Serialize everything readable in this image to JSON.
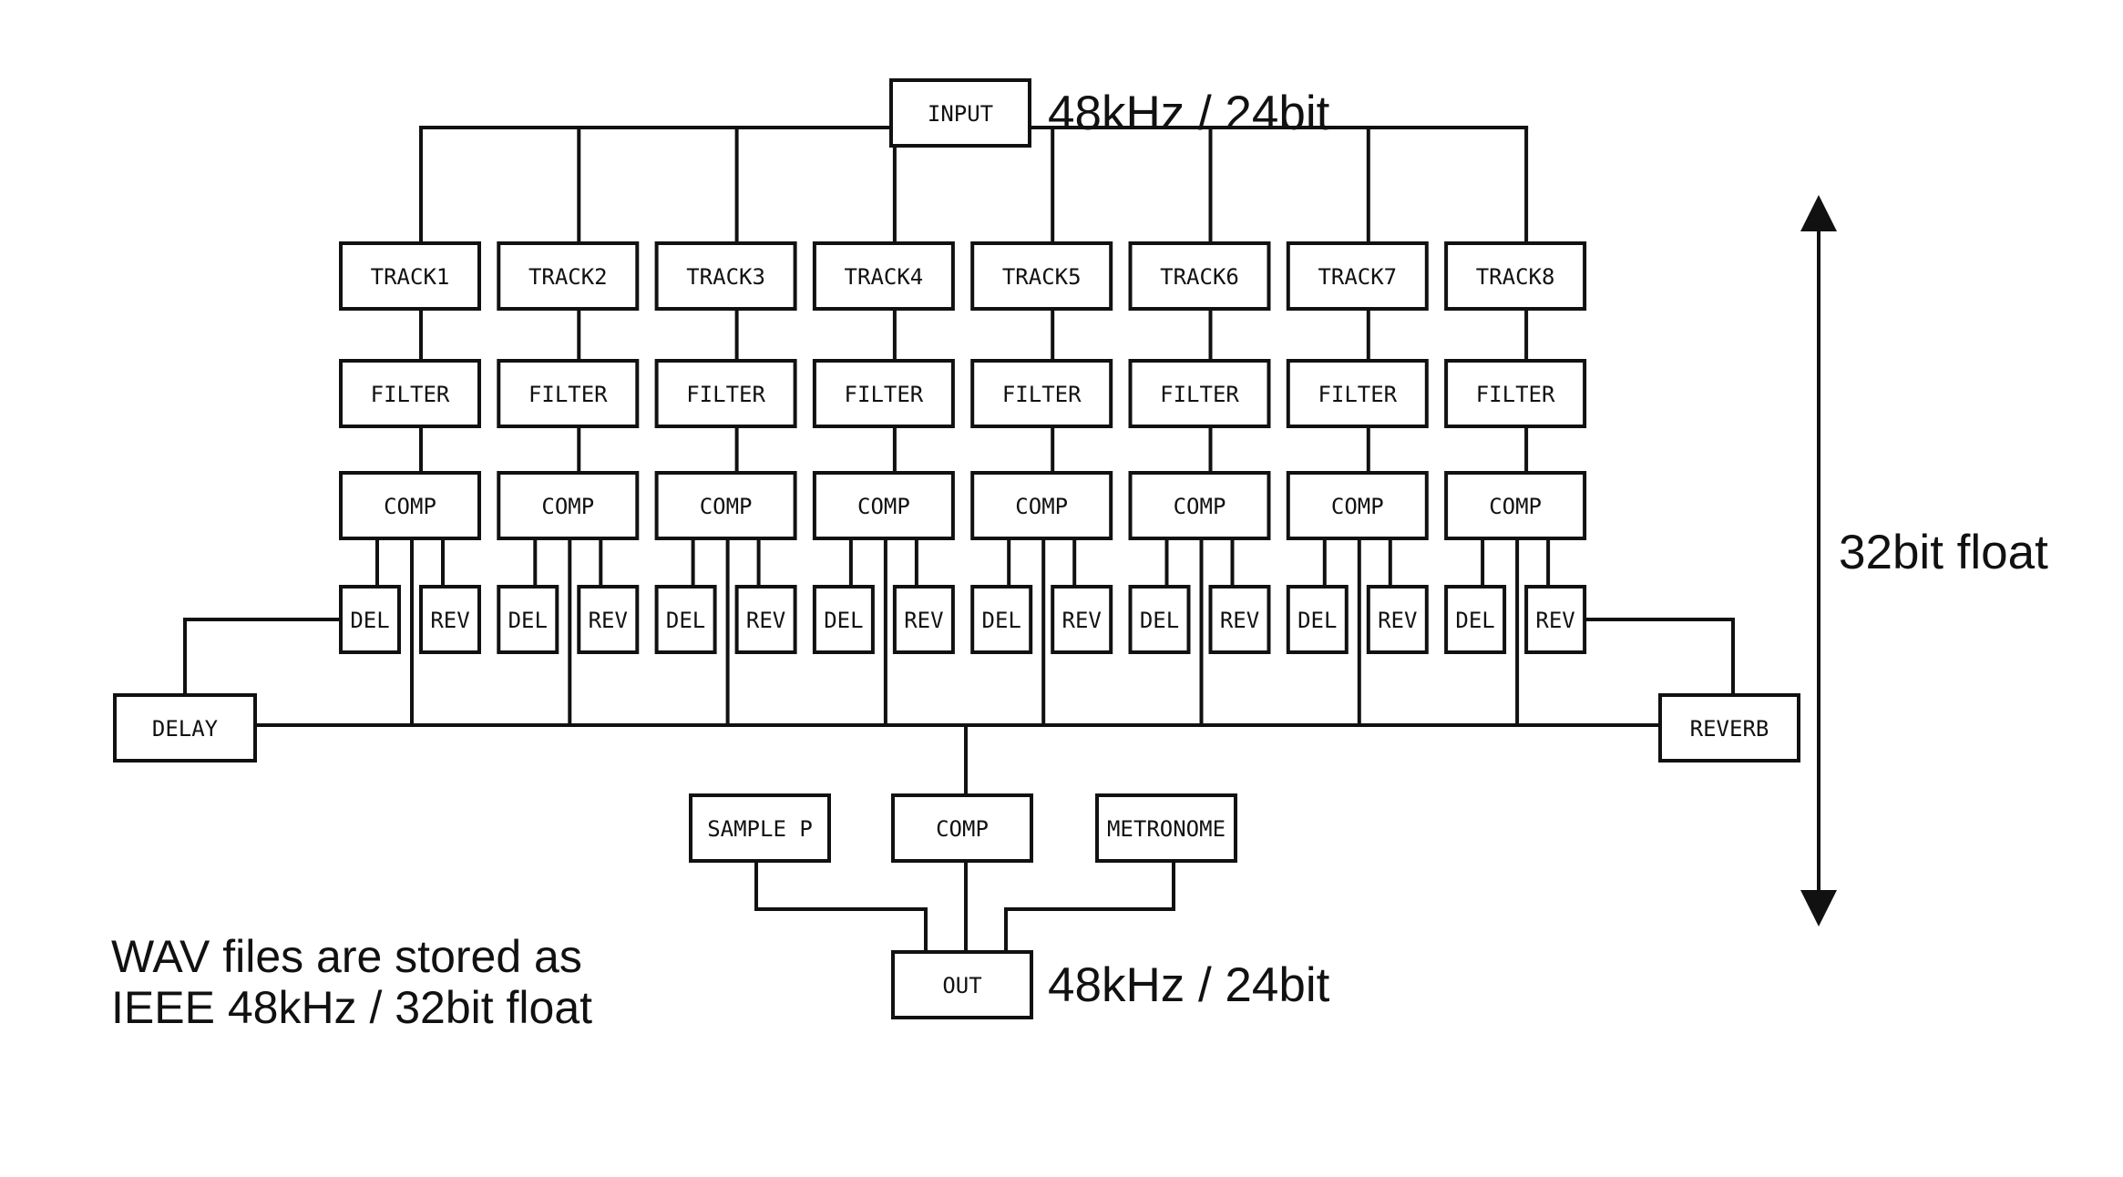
{
  "input": {
    "label": "INPUT",
    "rate": "48kHz / 24bit"
  },
  "tracks": [
    {
      "label": "TRACK1",
      "filter": "FILTER",
      "comp": "COMP",
      "del": "DEL",
      "rev": "REV"
    },
    {
      "label": "TRACK2",
      "filter": "FILTER",
      "comp": "COMP",
      "del": "DEL",
      "rev": "REV"
    },
    {
      "label": "TRACK3",
      "filter": "FILTER",
      "comp": "COMP",
      "del": "DEL",
      "rev": "REV"
    },
    {
      "label": "TRACK4",
      "filter": "FILTER",
      "comp": "COMP",
      "del": "DEL",
      "rev": "REV"
    },
    {
      "label": "TRACK5",
      "filter": "FILTER",
      "comp": "COMP",
      "del": "DEL",
      "rev": "REV"
    },
    {
      "label": "TRACK6",
      "filter": "FILTER",
      "comp": "COMP",
      "del": "DEL",
      "rev": "REV"
    },
    {
      "label": "TRACK7",
      "filter": "FILTER",
      "comp": "COMP",
      "del": "DEL",
      "rev": "REV"
    },
    {
      "label": "TRACK8",
      "filter": "FILTER",
      "comp": "COMP",
      "del": "DEL",
      "rev": "REV"
    }
  ],
  "send_buses": {
    "delay": "DELAY",
    "reverb": "REVERB"
  },
  "master": {
    "sample_player": "SAMPLE P",
    "comp": "COMP",
    "metronome": "METRONOME",
    "out": "OUT",
    "out_rate": "48kHz / 24bit"
  },
  "notes": {
    "internal_format": "32bit float",
    "wav_line1": "WAV files are stored as",
    "wav_line2": "IEEE 48kHz / 32bit float"
  }
}
